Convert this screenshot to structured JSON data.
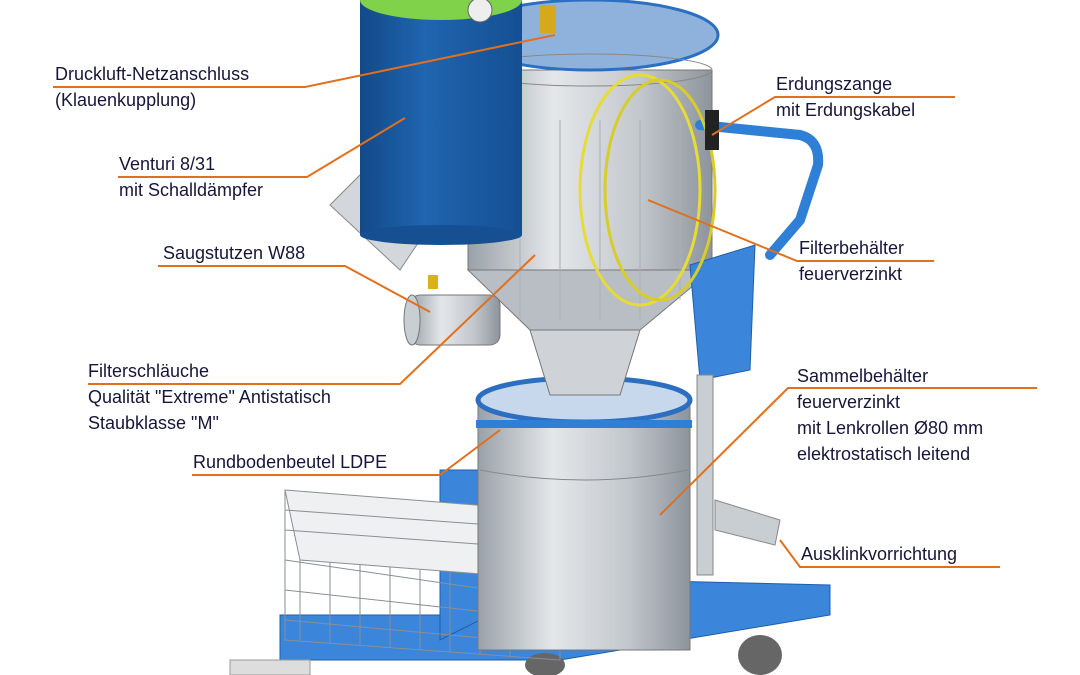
{
  "colors": {
    "leader": "#e0701e",
    "text": "#16163a",
    "frame_blue": "#2f7fd6",
    "venturi_blue": "#1b5ea6",
    "steel": "#c9ced3"
  },
  "labels": {
    "druckluft": {
      "line1": "Druckluft-Netzanschluss",
      "line2": "(Klauenkupplung)"
    },
    "venturi": {
      "line1": "Venturi 8/31",
      "line2": "mit Schalldämpfer"
    },
    "saugstutzen": {
      "line1": "Saugstutzen W88"
    },
    "filterschlaeuche": {
      "line1": "Filterschläuche",
      "line2": "Qualität \"Extreme\" Antistatisch",
      "line3": "Staubklasse \"M\""
    },
    "rundboden": {
      "line1": "Rundbodenbeutel LDPE"
    },
    "erdung": {
      "line1": "Erdungszange",
      "line2": "mit Erdungskabel"
    },
    "filterbehaelter": {
      "line1": "Filterbehälter",
      "line2": "feuerverzinkt"
    },
    "sammel": {
      "line1": "Sammelbehälter",
      "line2": "feuerverzinkt",
      "line3": "mit Lenkrollen Ø80 mm",
      "line4": "elektrostatisch leitend"
    },
    "ausklink": {
      "line1": "Ausklinkvorrichtung"
    }
  }
}
